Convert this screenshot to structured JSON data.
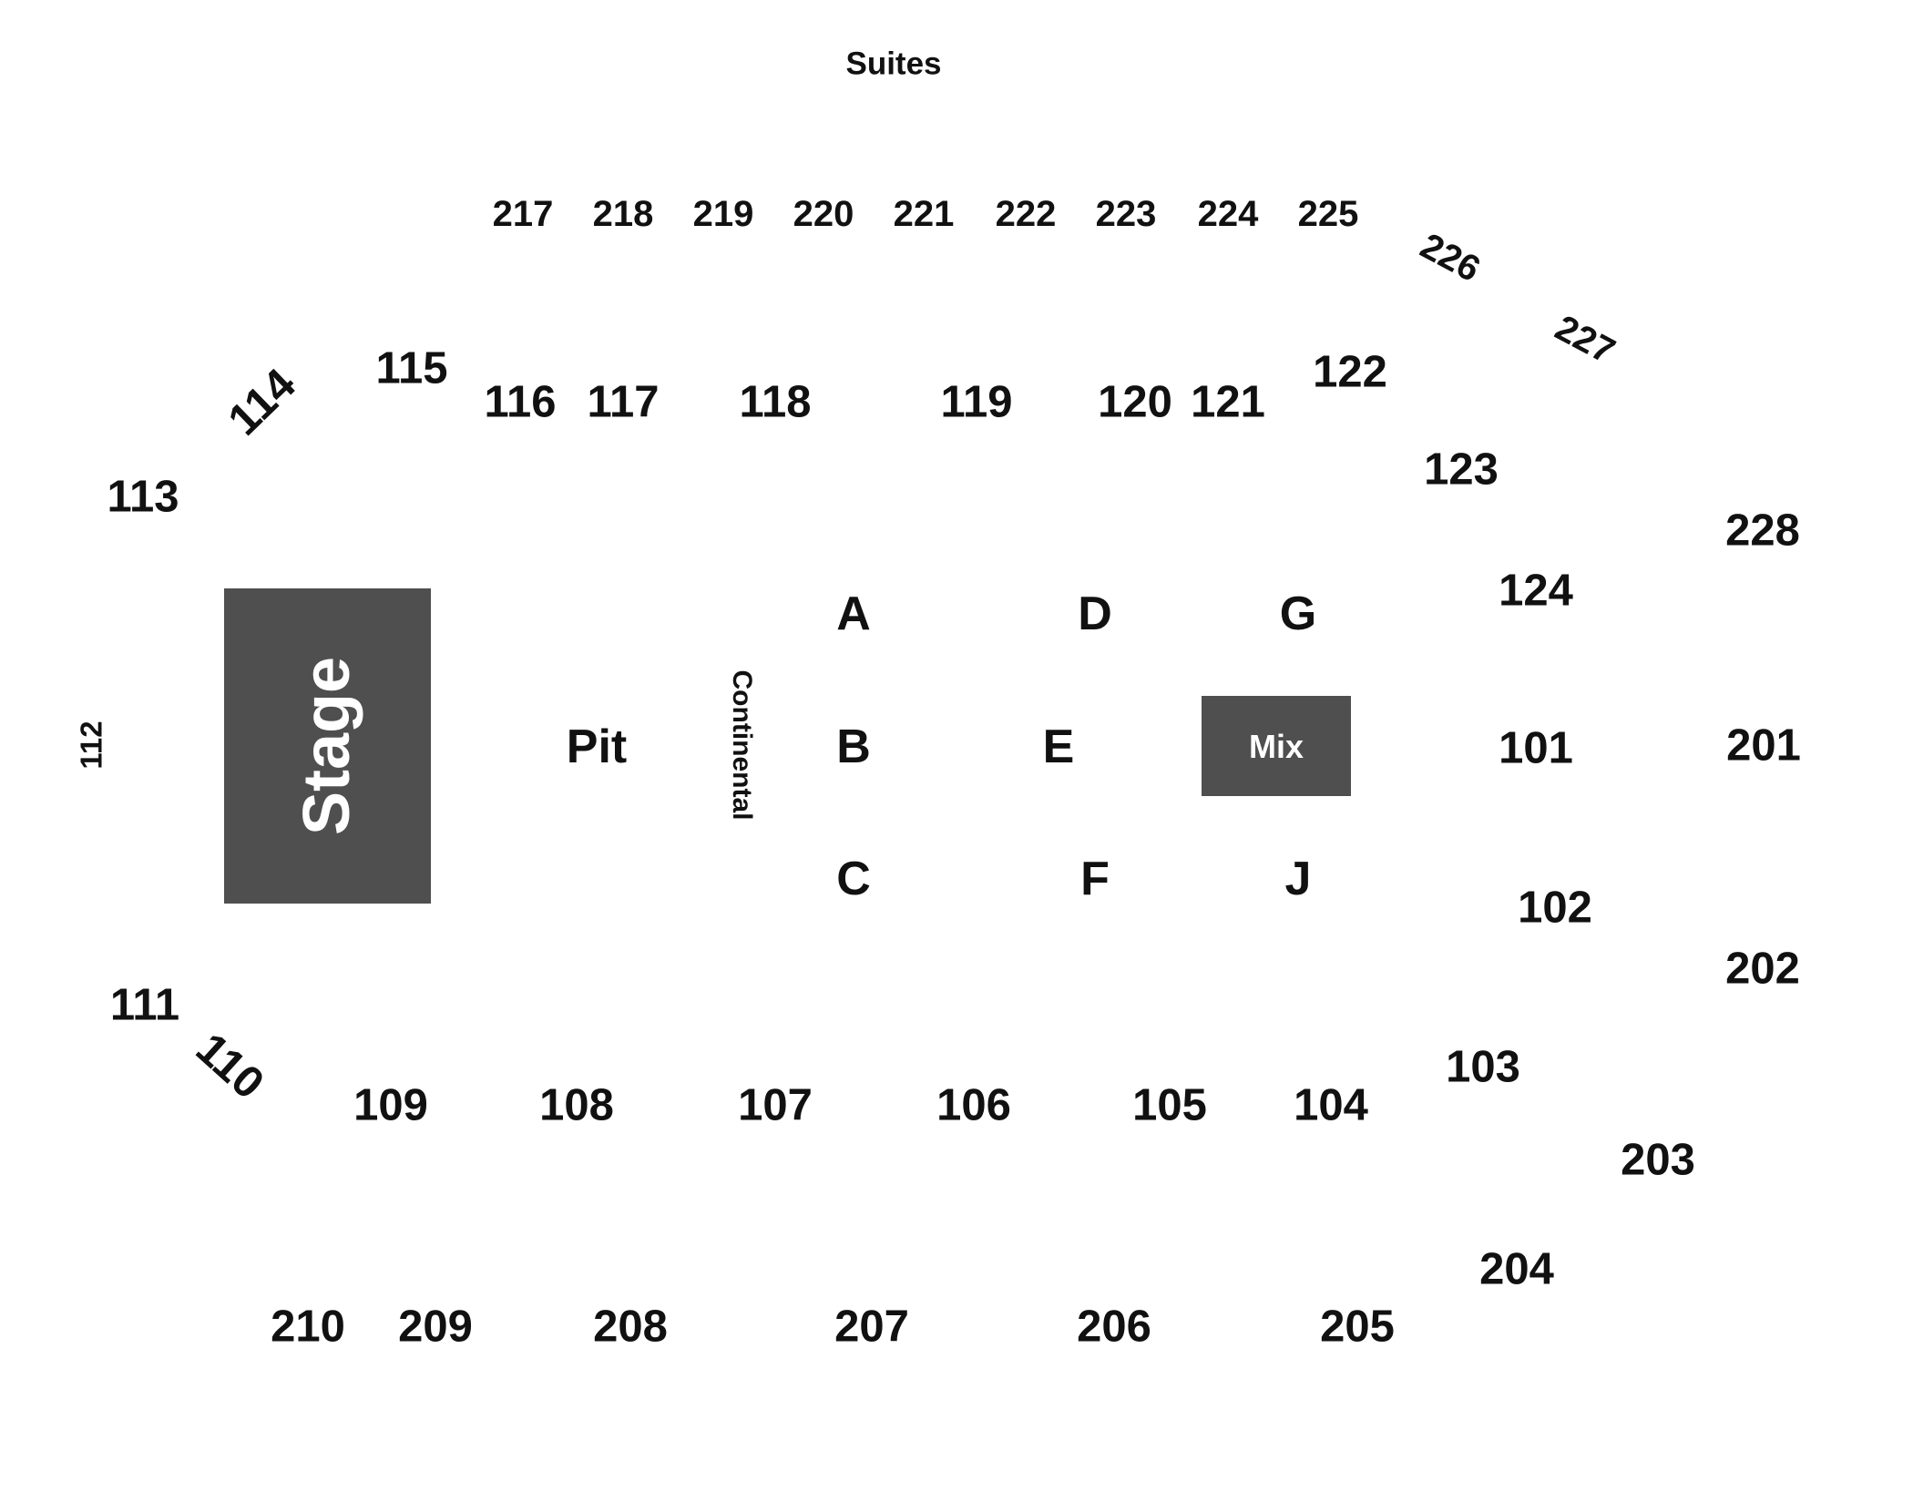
{
  "map": {
    "suites_label": "Suites",
    "stage_label": "Stage",
    "pit_label": "Pit",
    "continental_label": "Continental",
    "mix_label": "Mix",
    "floor_sections": [
      "A",
      "B",
      "C",
      "D",
      "E",
      "F",
      "G",
      "J"
    ],
    "lower_sections": [
      "101",
      "102",
      "103",
      "104",
      "105",
      "106",
      "107",
      "108",
      "109",
      "110",
      "111",
      "112",
      "113",
      "114",
      "115",
      "116",
      "117",
      "118",
      "119",
      "120",
      "121",
      "122",
      "123",
      "124"
    ],
    "upper_sections": [
      "201",
      "202",
      "203",
      "204",
      "205",
      "206",
      "207",
      "208",
      "209",
      "210"
    ],
    "suite_sections": [
      "217",
      "218",
      "219",
      "220",
      "221",
      "222",
      "223",
      "224",
      "225",
      "226",
      "227",
      "228"
    ],
    "colors": {
      "block_fill": "#4f4f4f",
      "block_text": "#ffffff",
      "label_text": "#111111",
      "background": "#ffffff"
    }
  }
}
